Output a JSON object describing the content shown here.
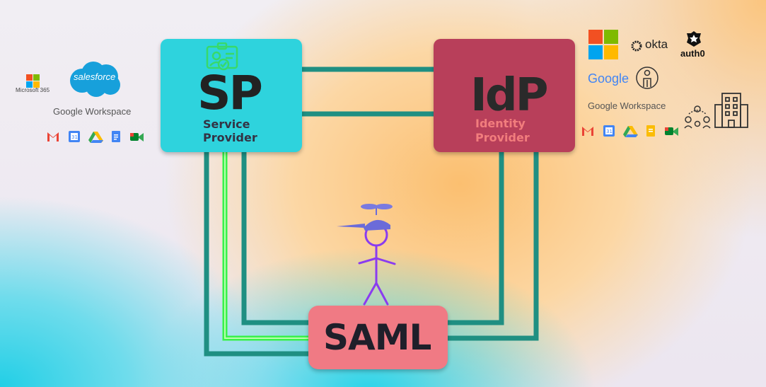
{
  "sp": {
    "abbr": "SP",
    "line1": "Service",
    "line2": "Provider"
  },
  "idp": {
    "abbr": "IdP",
    "line1": "Identity",
    "line2": "Provider"
  },
  "protocol": {
    "label": "SAML"
  },
  "left_logos": {
    "microsoft": "Microsoft 365",
    "salesforce": "salesforce",
    "google_workspace": "Google Workspace",
    "calendar_day": "31",
    "apps": [
      "gmail-icon",
      "google-calendar-icon",
      "google-drive-icon",
      "google-docs-icon",
      "google-meet-icon"
    ]
  },
  "right_logos": {
    "okta": "okta",
    "auth0": "auth0",
    "google": "Google",
    "google_workspace": "Google Workspace",
    "calendar_day": "31",
    "icons": [
      "microsoft-azure-squares-icon",
      "user-badge-icon",
      "group-icon",
      "building-icon"
    ]
  },
  "colors": {
    "sp_box": "#2ed3dd",
    "idp_box": "#b83f5a",
    "saml_box": "#f07a84",
    "connector": "#1f8c80",
    "highlight": "#39f24a",
    "character": "#8a3cf0"
  }
}
